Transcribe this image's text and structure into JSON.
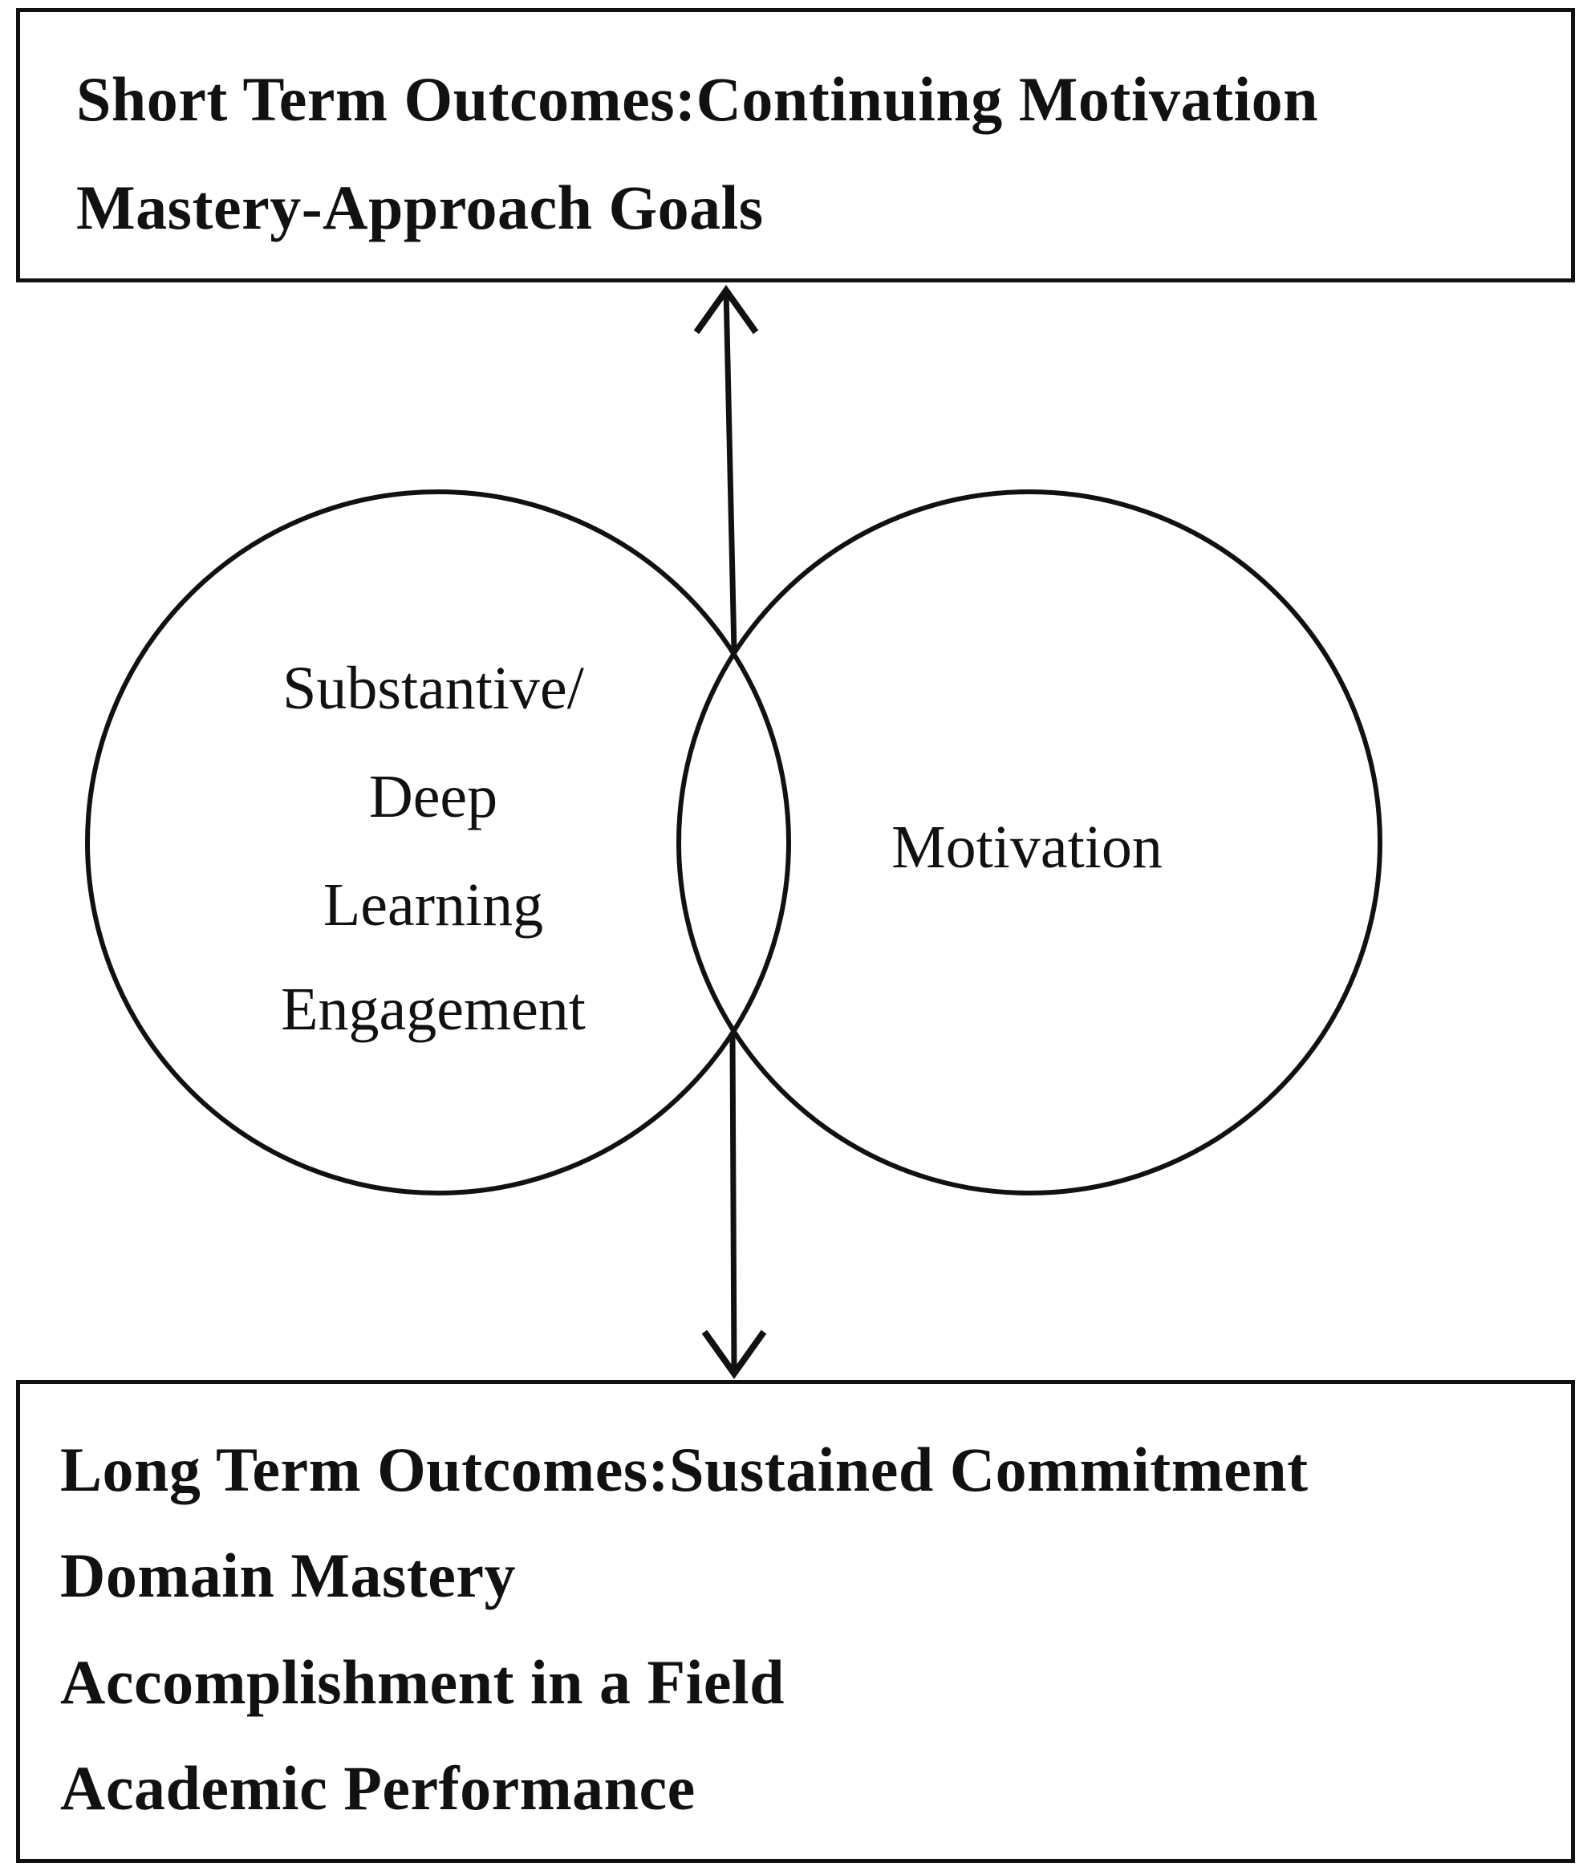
{
  "short_term": {
    "lines": [
      "Short Term Outcomes:Continuing Motivation",
      "Mastery-Approach Goals"
    ]
  },
  "long_term": {
    "lines": [
      "Long Term Outcomes:Sustained Commitment",
      "Domain Mastery",
      "Accomplishment in a Field",
      "Academic Performance"
    ]
  },
  "left_circle": {
    "lines": [
      "Substantive/",
      "Deep",
      "Learning",
      "Engagement"
    ]
  },
  "right_circle": {
    "label": "Motivation"
  },
  "colors": {
    "stroke": "#111111",
    "background": "#ffffff"
  }
}
